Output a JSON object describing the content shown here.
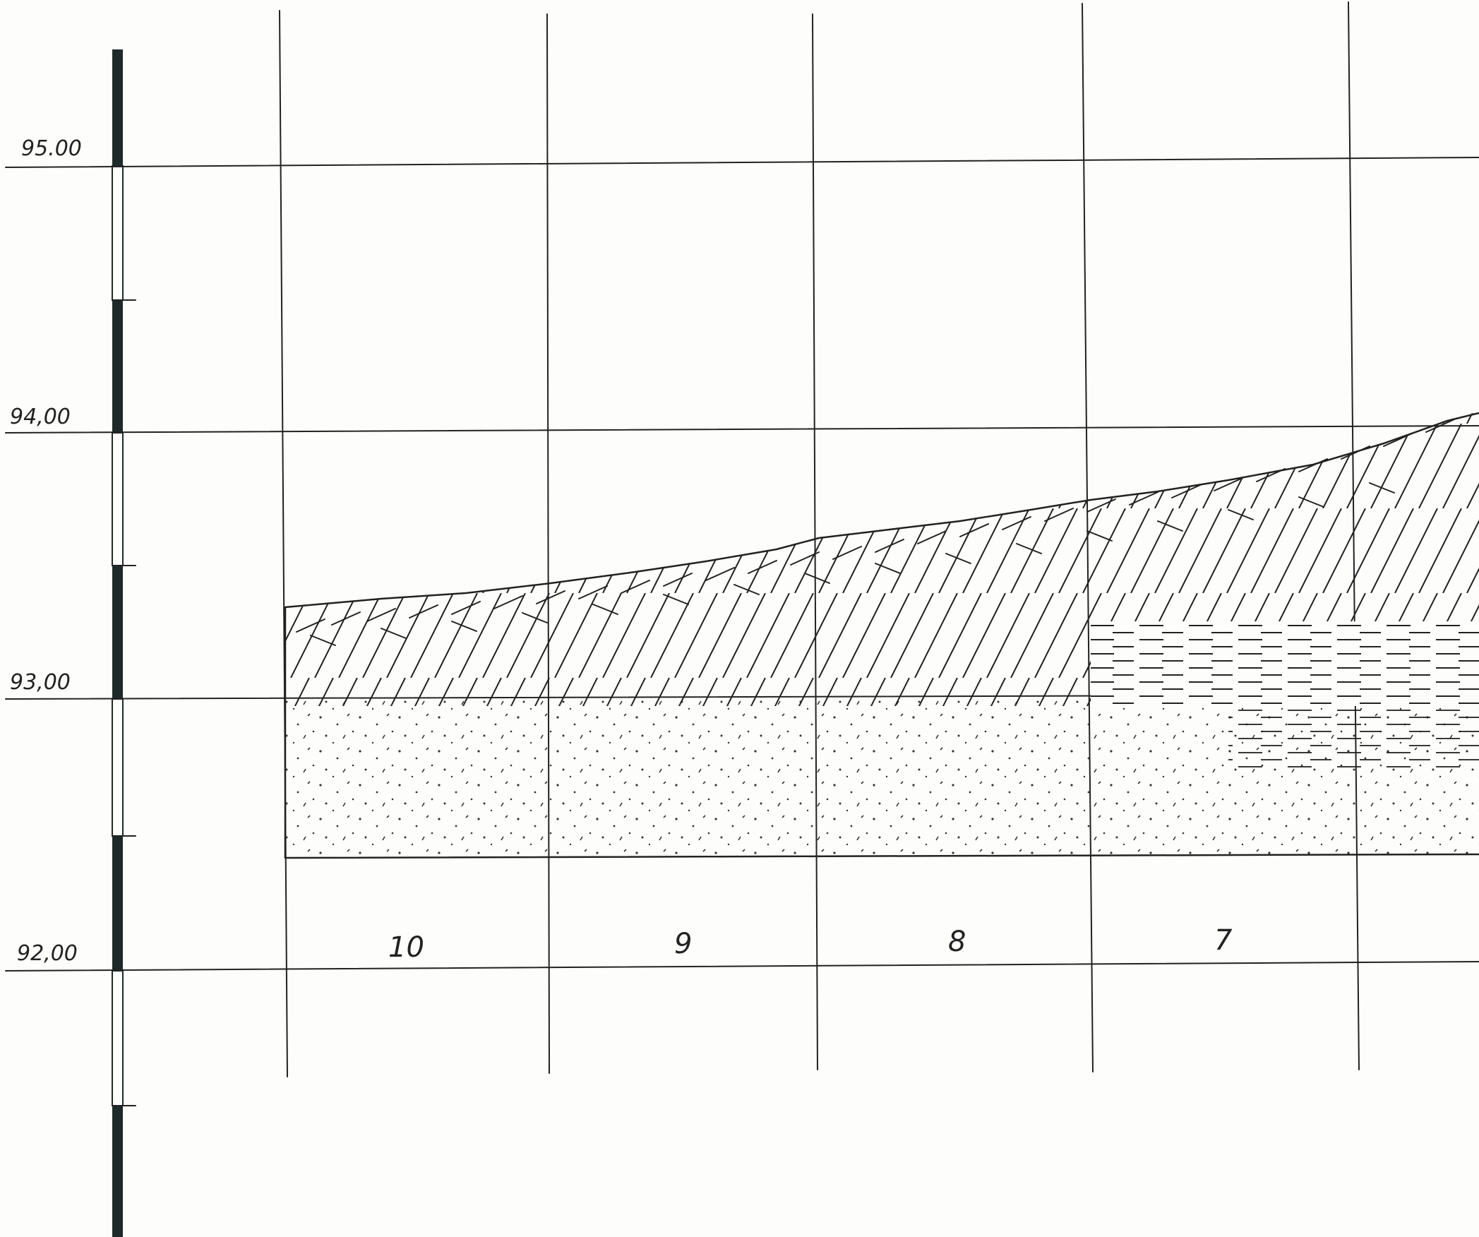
{
  "elevation_labels": [
    "95.00",
    "94,00",
    "93,00",
    "92,00"
  ],
  "station_labels": [
    "10",
    "9",
    "8",
    "7"
  ],
  "colors": {
    "ink": "#222222",
    "paper": "#fdfdfb"
  },
  "layers": [
    "topsoil-brick-hatch",
    "diagonal-hatch-layer",
    "dotted-sand-layer",
    "dashed-clay-layer"
  ]
}
